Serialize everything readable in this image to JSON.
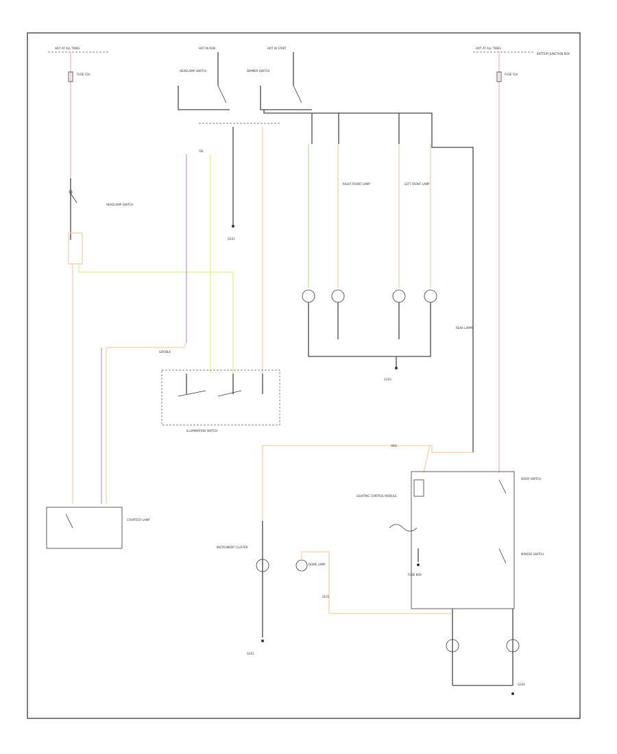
{
  "diagram": {
    "page_ref": "",
    "labels": {
      "hot_1": "HOT AT ALL TIMES",
      "hot_2": "HOT IN RUN",
      "hot_3": "HOT IN START",
      "hot_4": "HOT AT ALL TIMES",
      "battery": "BATTERY JUNCTION BOX",
      "fuse_l": "FUSE 15A",
      "fuse_r": "FUSE 15A",
      "sw_bat": "HEADLAMP SWITCH",
      "sw_mid": "HEADLAMP SWITCH",
      "dimmer": "DIMMER SWITCH",
      "illum": "ILLUMINATION SWITCH",
      "ground_left": "G200",
      "ground_center": "G101",
      "ground_bottom": "G201",
      "module": "LIGHTING CONTROL MODULE",
      "lamp_instr": "INSTRUMENT CLUSTER",
      "lamp_rt": "RIGHT FRONT LAMP",
      "lamp_lt": "LEFT FRONT LAMP",
      "ground_mid": "G103",
      "rear_lamps": "REAR LAMPS",
      "dome": "DOME LAMP",
      "courtesy": "COURTESY LAMP",
      "door_sw": "DOOR SWITCH",
      "fuse_box": "FUSE BOX",
      "mirror_sw": "MIRROR SWITCH",
      "splice": "S101",
      "wire_gy": "GRY/BLK",
      "wire_ye": "YEL",
      "wire_or": "ORG"
    }
  }
}
